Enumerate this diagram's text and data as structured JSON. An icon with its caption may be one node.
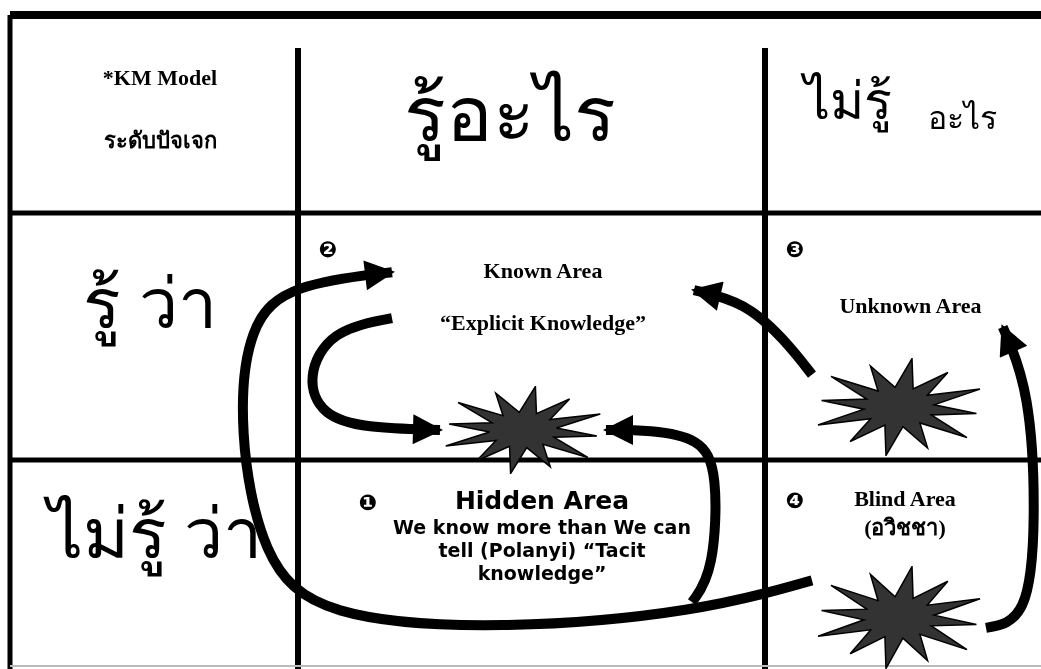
{
  "diagram": {
    "nodes": [
      {
        "text": [
          "Known Area",
          "“Explicit Knowledge”"
        ]
      },
      {
        "text": [
          "Unknown Area"
        ]
      },
      {
        "text": [
          "Hidden Area",
          "We know more than We can tell (Polanyi) “Tacit knowledge”"
        ]
      },
      {
        "text": [],
        "shape": "star"
      },
      {
        "text": [],
        "shape": "star"
      },
      {
        "text": [],
        "shape": "star"
      }
    ],
    "edges": [
      {
        "from": 0,
        "to": 3,
        "arrow": "to"
      },
      {
        "from": 2,
        "to": 3,
        "arrow": "to"
      },
      {
        "from": 4,
        "to": 0,
        "arrow": "to"
      },
      {
        "from": 5,
        "to": 0,
        "arrow": "to"
      },
      {
        "from": 5,
        "to": 1,
        "arrow": "to"
      }
    ],
    "labels": [
      "*KM Model",
      "ระดับปัจเจก",
      "รู้อะไร",
      "ไม่รู้",
      "อะไร",
      "รู้ ว่า",
      "❷",
      "❸",
      "ไม่รู้ ว่า",
      "❶",
      "❹",
      "Blind Area (อวิชชา)"
    ]
  }
}
